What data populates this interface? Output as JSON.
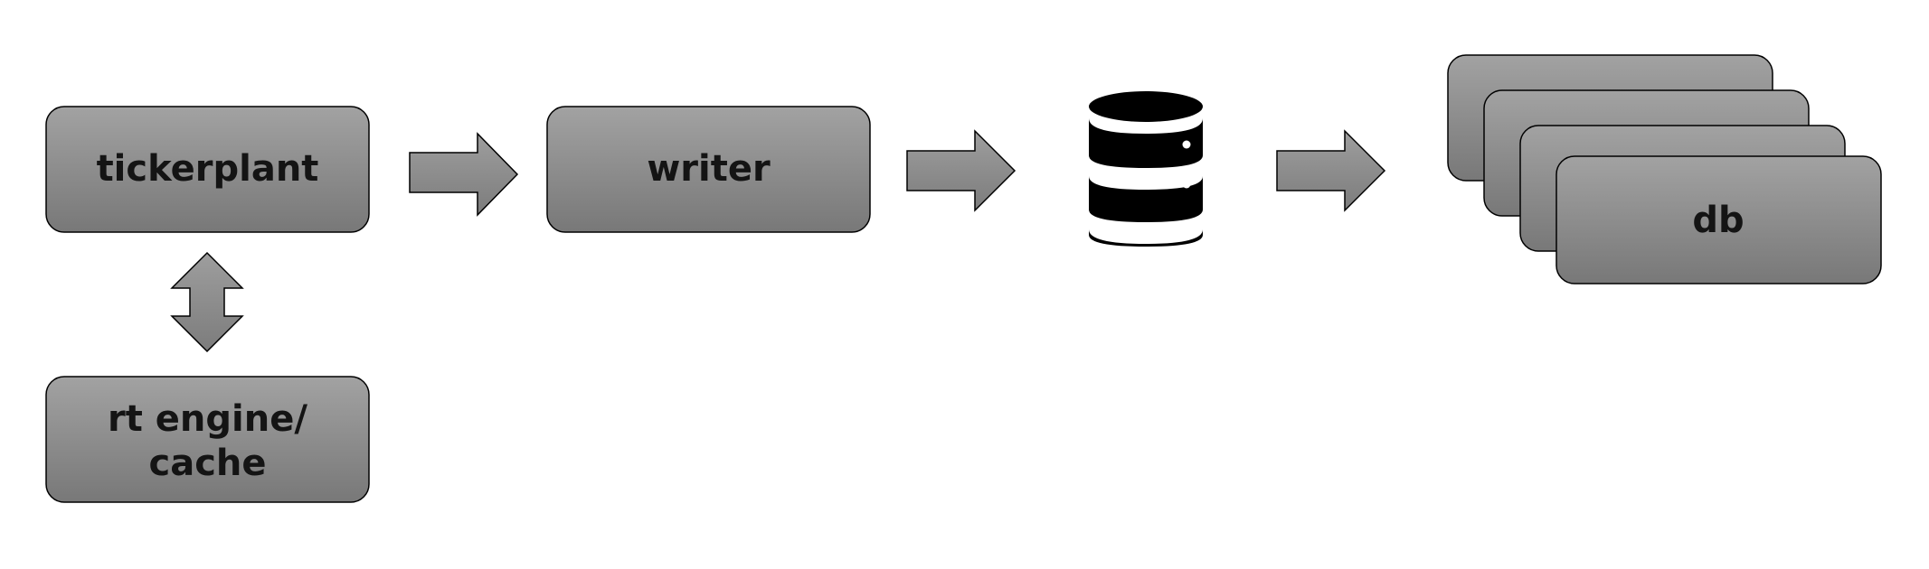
{
  "nodes": {
    "tickerplant": {
      "label": "tickerplant"
    },
    "rt_engine": {
      "label_lines": [
        "rt engine/",
        "cache"
      ]
    },
    "writer": {
      "label": "writer"
    },
    "storage": {
      "icon": "database-icon"
    },
    "db": {
      "label": "db",
      "stack_count": 4
    }
  },
  "edges": [
    {
      "from": "tickerplant",
      "to": "writer",
      "icon": "arrow-right-icon"
    },
    {
      "from": "writer",
      "to": "storage",
      "icon": "arrow-right-icon"
    },
    {
      "from": "storage",
      "to": "db",
      "icon": "arrow-right-icon"
    },
    {
      "from": "tickerplant",
      "to": "rt_engine",
      "icon": "double-arrow-vertical-icon",
      "bidirectional": true
    }
  ],
  "colors": {
    "box_fill_top": "#a2a2a2",
    "box_fill_bottom": "#787878",
    "stroke": "#000000",
    "text": "#141414",
    "database": "#000000"
  }
}
